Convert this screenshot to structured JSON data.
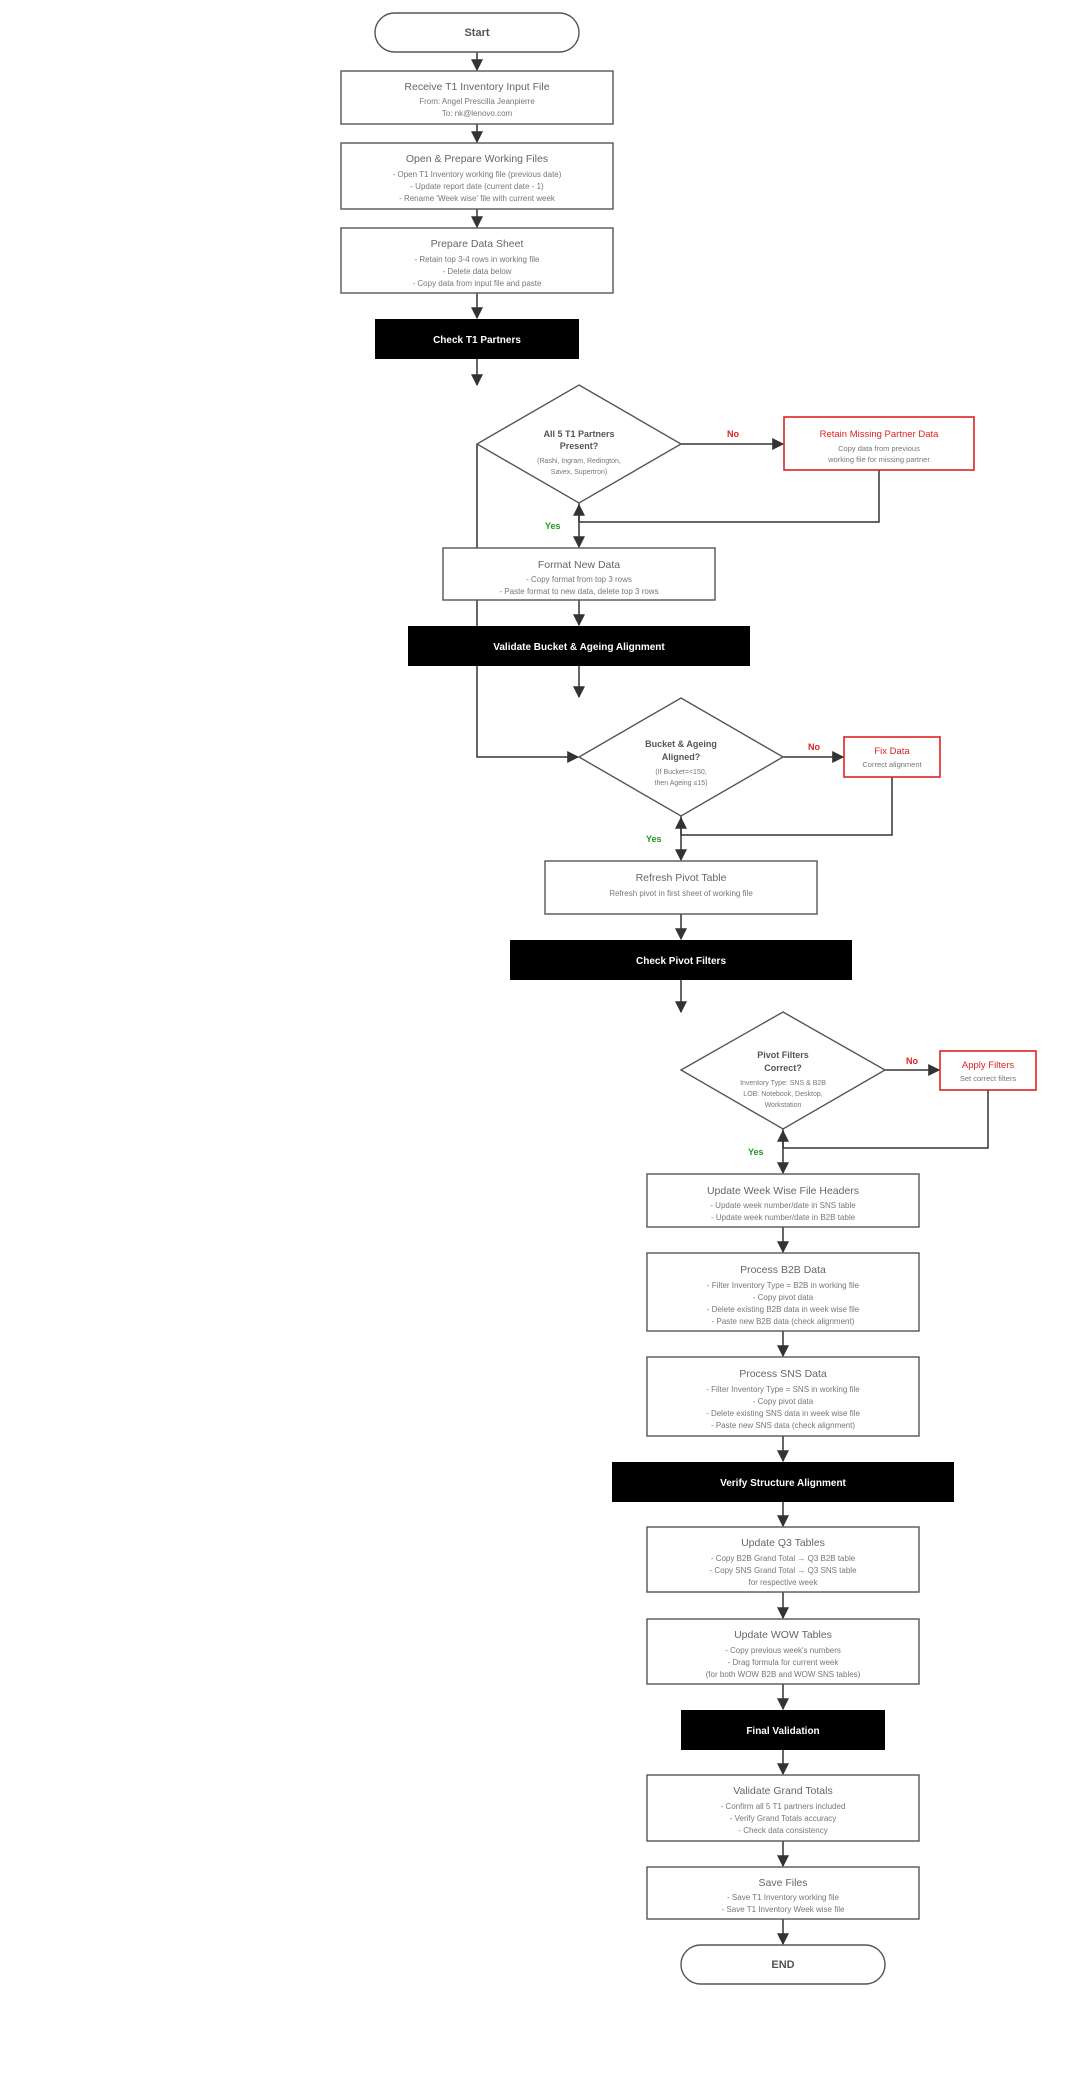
{
  "flowchart": {
    "start": "Start",
    "end": "END",
    "steps": {
      "receive": {
        "title": "Receive T1 Inventory Input File",
        "lines": [
          "From: Angel Prescilla Jeanpierre",
          "To: nk@lenovo.com"
        ]
      },
      "open": {
        "title": "Open & Prepare Working Files",
        "lines": [
          "- Open T1 Inventory working file (previous date)",
          "- Update report date (current date - 1)",
          "- Rename 'Week wise' file with current week"
        ]
      },
      "prepare": {
        "title": "Prepare Data Sheet",
        "lines": [
          "- Retain top 3-4 rows in working file",
          "- Delete data below",
          "- Copy data from input file and paste"
        ]
      },
      "format": {
        "title": "Format New Data",
        "lines": [
          "- Copy format from top 3 rows",
          "- Paste format to new data, delete top 3 rows"
        ]
      },
      "refresh": {
        "title": "Refresh Pivot Table",
        "lines": [
          "Refresh pivot in first sheet of working file"
        ]
      },
      "headers": {
        "title": "Update Week Wise File Headers",
        "lines": [
          "- Update week number/date in SNS table",
          "- Update week number/date in B2B table"
        ]
      },
      "b2b": {
        "title": "Process B2B Data",
        "lines": [
          "- Filter Inventory Type = B2B in working file",
          "- Copy pivot data",
          "- Delete existing B2B data in week wise file",
          "- Paste new B2B data (check alignment)"
        ]
      },
      "sns": {
        "title": "Process SNS Data",
        "lines": [
          "- Filter Inventory Type = SNS in working file",
          "- Copy pivot data",
          "- Delete existing SNS data in week wise file",
          "- Paste new SNS data (check alignment)"
        ]
      },
      "q3": {
        "title": "Update Q3 Tables",
        "lines": [
          "- Copy B2B Grand Total → Q3 B2B table",
          "- Copy SNS Grand Total → Q3 SNS table",
          "for respective week"
        ]
      },
      "wow": {
        "title": "Update WOW Tables",
        "lines": [
          "- Copy previous week's numbers",
          "- Drag formula for current week",
          "(for both WOW B2B and WOW SNS tables)"
        ]
      },
      "grand": {
        "title": "Validate Grand Totals",
        "lines": [
          "- Confirm all 5 T1 partners included",
          "- Verify Grand Totals accuracy",
          "- Check data consistency"
        ]
      },
      "save": {
        "title": "Save Files",
        "lines": [
          "- Save T1 Inventory working file",
          "- Save T1 Inventory Week wise file"
        ]
      }
    },
    "checks": {
      "partners": "Check T1 Partners",
      "bucket": "Validate Bucket & Ageing Alignment",
      "pivot": "Check Pivot Filters",
      "structure": "Verify Structure Alignment",
      "final": "Final Validation"
    },
    "decisions": {
      "partners": {
        "q": [
          "All 5 T1 Partners",
          "Present?"
        ],
        "sub": [
          "(Rashi, Ingram, Redington,",
          "Savex, Supertron)"
        ]
      },
      "bucket": {
        "q": [
          "Bucket & Ageing",
          "Aligned?"
        ],
        "sub": [
          "(If Bucket=<150,",
          "then Ageing ≤15)"
        ]
      },
      "pivot": {
        "q": [
          "Pivot Filters",
          "Correct?"
        ],
        "sub": [
          "Inventory Type: SNS & B2B",
          "LOB: Notebook, Desktop,",
          "Workstation"
        ]
      }
    },
    "fixes": {
      "retain": {
        "title": "Retain Missing Partner Data",
        "lines": [
          "Copy data from previous",
          "working file for missing partner"
        ]
      },
      "fix": {
        "title": "Fix Data",
        "lines": [
          "Correct alignment"
        ]
      },
      "apply": {
        "title": "Apply Filters",
        "lines": [
          "Set correct filters"
        ]
      }
    },
    "labels": {
      "yes": "Yes",
      "no": "No"
    }
  }
}
